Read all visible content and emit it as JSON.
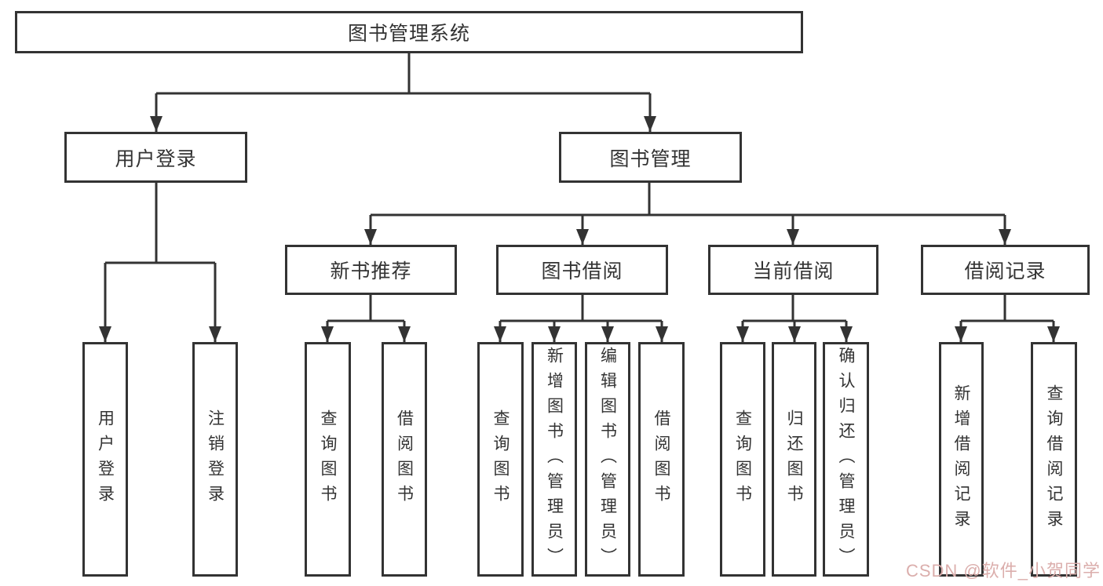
{
  "tree": {
    "label": "图书管理系统",
    "children": [
      {
        "label": "用户登录",
        "children": [
          {
            "label": "用户登录"
          },
          {
            "label": "注销登录"
          }
        ]
      },
      {
        "label": "图书管理",
        "children": [
          {
            "label": "新书推荐",
            "children": [
              {
                "label": "查询图书"
              },
              {
                "label": "借阅图书"
              }
            ]
          },
          {
            "label": "图书借阅",
            "children": [
              {
                "label": "查询图书"
              },
              {
                "label": "新增图书（管理员）"
              },
              {
                "label": "编辑图书（管理员）"
              },
              {
                "label": "借阅图书"
              }
            ]
          },
          {
            "label": "当前借阅",
            "children": [
              {
                "label": "查询图书"
              },
              {
                "label": "归还图书"
              },
              {
                "label": "确认归还（管理员）"
              }
            ]
          },
          {
            "label": "借阅记录",
            "children": [
              {
                "label": "新增借阅记录"
              },
              {
                "label": "查询借阅记录"
              }
            ]
          }
        ]
      }
    ]
  },
  "watermark": {
    "text": "CSDN @软件_小贺同学"
  },
  "colors": {
    "line": "#333333",
    "box_border": "#333333",
    "text": "#333333",
    "background": "#ffffff",
    "watermark": "#dbaeac"
  }
}
